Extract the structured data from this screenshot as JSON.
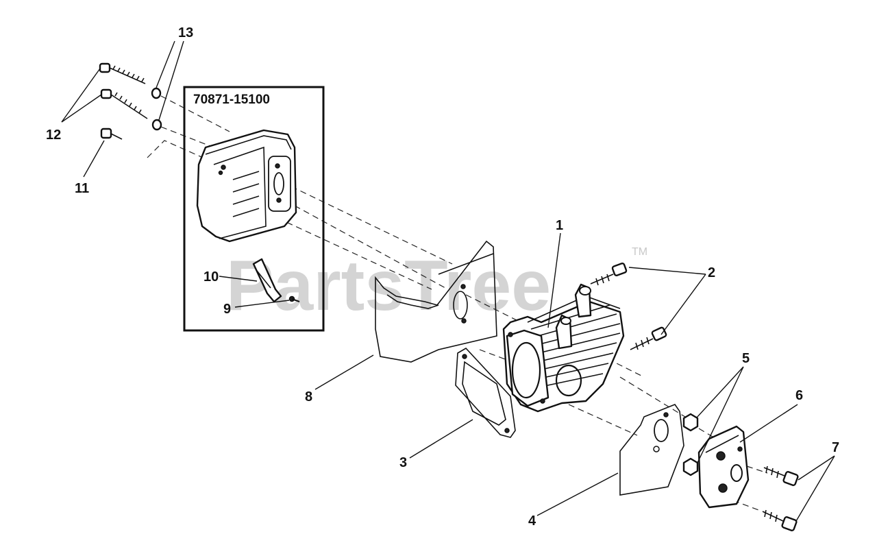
{
  "watermark": {
    "text": "PartsTree",
    "trademark": "TM"
  },
  "kit": {
    "part_number": "70871-15100"
  },
  "callouts": {
    "c1": "1",
    "c2": "2",
    "c3": "3",
    "c4": "4",
    "c5": "5",
    "c6": "6",
    "c7": "7",
    "c8": "8",
    "c9": "9",
    "c10": "10",
    "c11": "11",
    "c12": "12",
    "c13": "13"
  },
  "colors": {
    "line": "#111111",
    "watermark": "#d4d4d4",
    "background": "#ffffff"
  }
}
